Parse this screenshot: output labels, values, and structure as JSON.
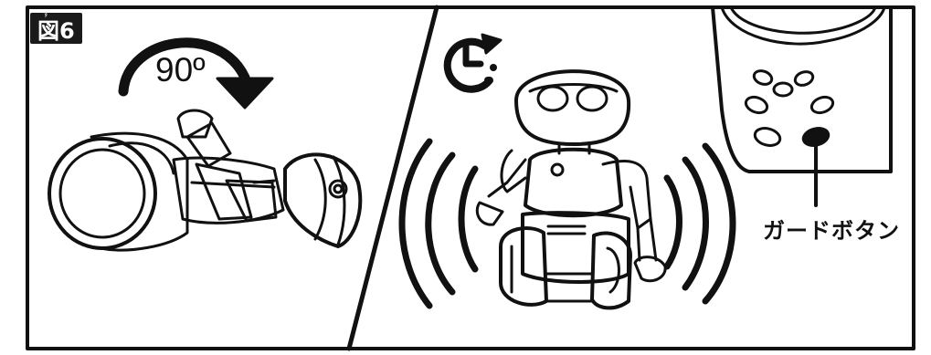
{
  "figure_label": {
    "furigana": "ず",
    "text": "図6"
  },
  "rotation_label": "90º",
  "guard_button_label": "ガードボタン"
}
